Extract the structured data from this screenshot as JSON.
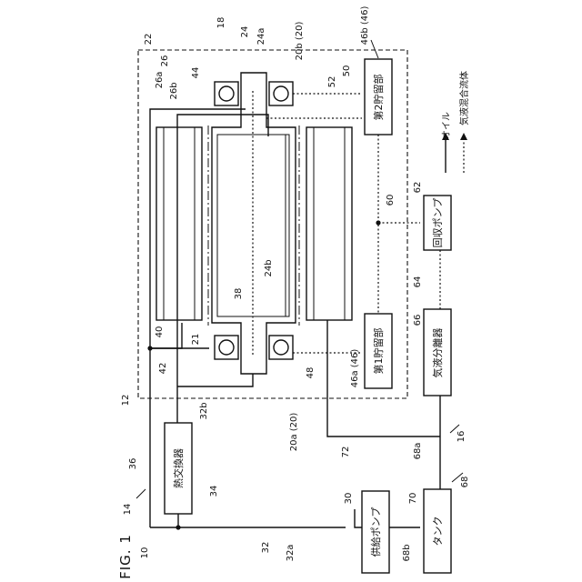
{
  "figure": {
    "title": "FIG. 1",
    "system_ref": "10"
  },
  "refs": {
    "r12": "12",
    "r14": "14",
    "r16": "16",
    "r18": "18",
    "r20a": "20a (20)",
    "r20b": "20b (20)",
    "r21": "21",
    "r22": "22",
    "r24": "24",
    "r24a": "24a",
    "r24b": "24b",
    "r26": "26",
    "r26a": "26a",
    "r26b": "26b",
    "r30": "30",
    "r32": "32",
    "r32a": "32a",
    "r32b": "32b",
    "r34": "34",
    "r36": "36",
    "r38": "38",
    "r40": "40",
    "r42": "42",
    "r44": "44",
    "r46a": "46a (46)",
    "r46b": "46b (46)",
    "r48": "48",
    "r50": "50",
    "r52": "52",
    "r60": "60",
    "r62": "62",
    "r64": "64",
    "r66": "66",
    "r68": "68",
    "r68a": "68a",
    "r68b": "68b",
    "r70": "70",
    "r72": "72"
  },
  "blocks": {
    "heat_exchanger": "熱交換器",
    "feed_pump": "供給ポンプ",
    "tank": "タンク",
    "separator": "気液分離器",
    "recovery_pump": "回収ポンプ",
    "reservoir_1": "第1貯留部",
    "reservoir_2": "第2貯留部"
  },
  "legend": {
    "oil": "オイル",
    "mixed": "気液混合流体"
  }
}
